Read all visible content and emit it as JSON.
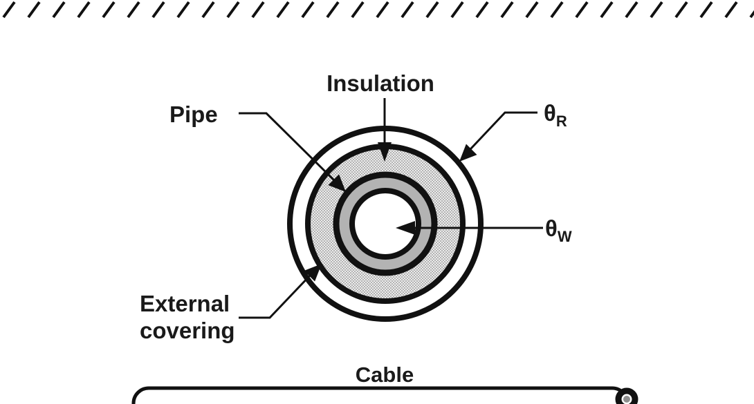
{
  "figure": {
    "title_hint": "Insulated pipe cross-section above a cable",
    "labels": {
      "insulation": "Insulation",
      "pipe": "Pipe",
      "theta_r": {
        "symbol": "θ",
        "subscript": "R"
      },
      "theta_w": {
        "symbol": "θ",
        "subscript": "W"
      },
      "external_covering_line1": "External",
      "external_covering_line2": "covering",
      "cable": "Cable"
    },
    "colors": {
      "stroke": "#111111",
      "pipe_ring_fill": "#b3b3b3",
      "insulation_base": "#ececec",
      "insulation_dot": "#6e6e6e",
      "cable_core_fill": "#8f8f8f",
      "background": "#ffffff"
    }
  }
}
